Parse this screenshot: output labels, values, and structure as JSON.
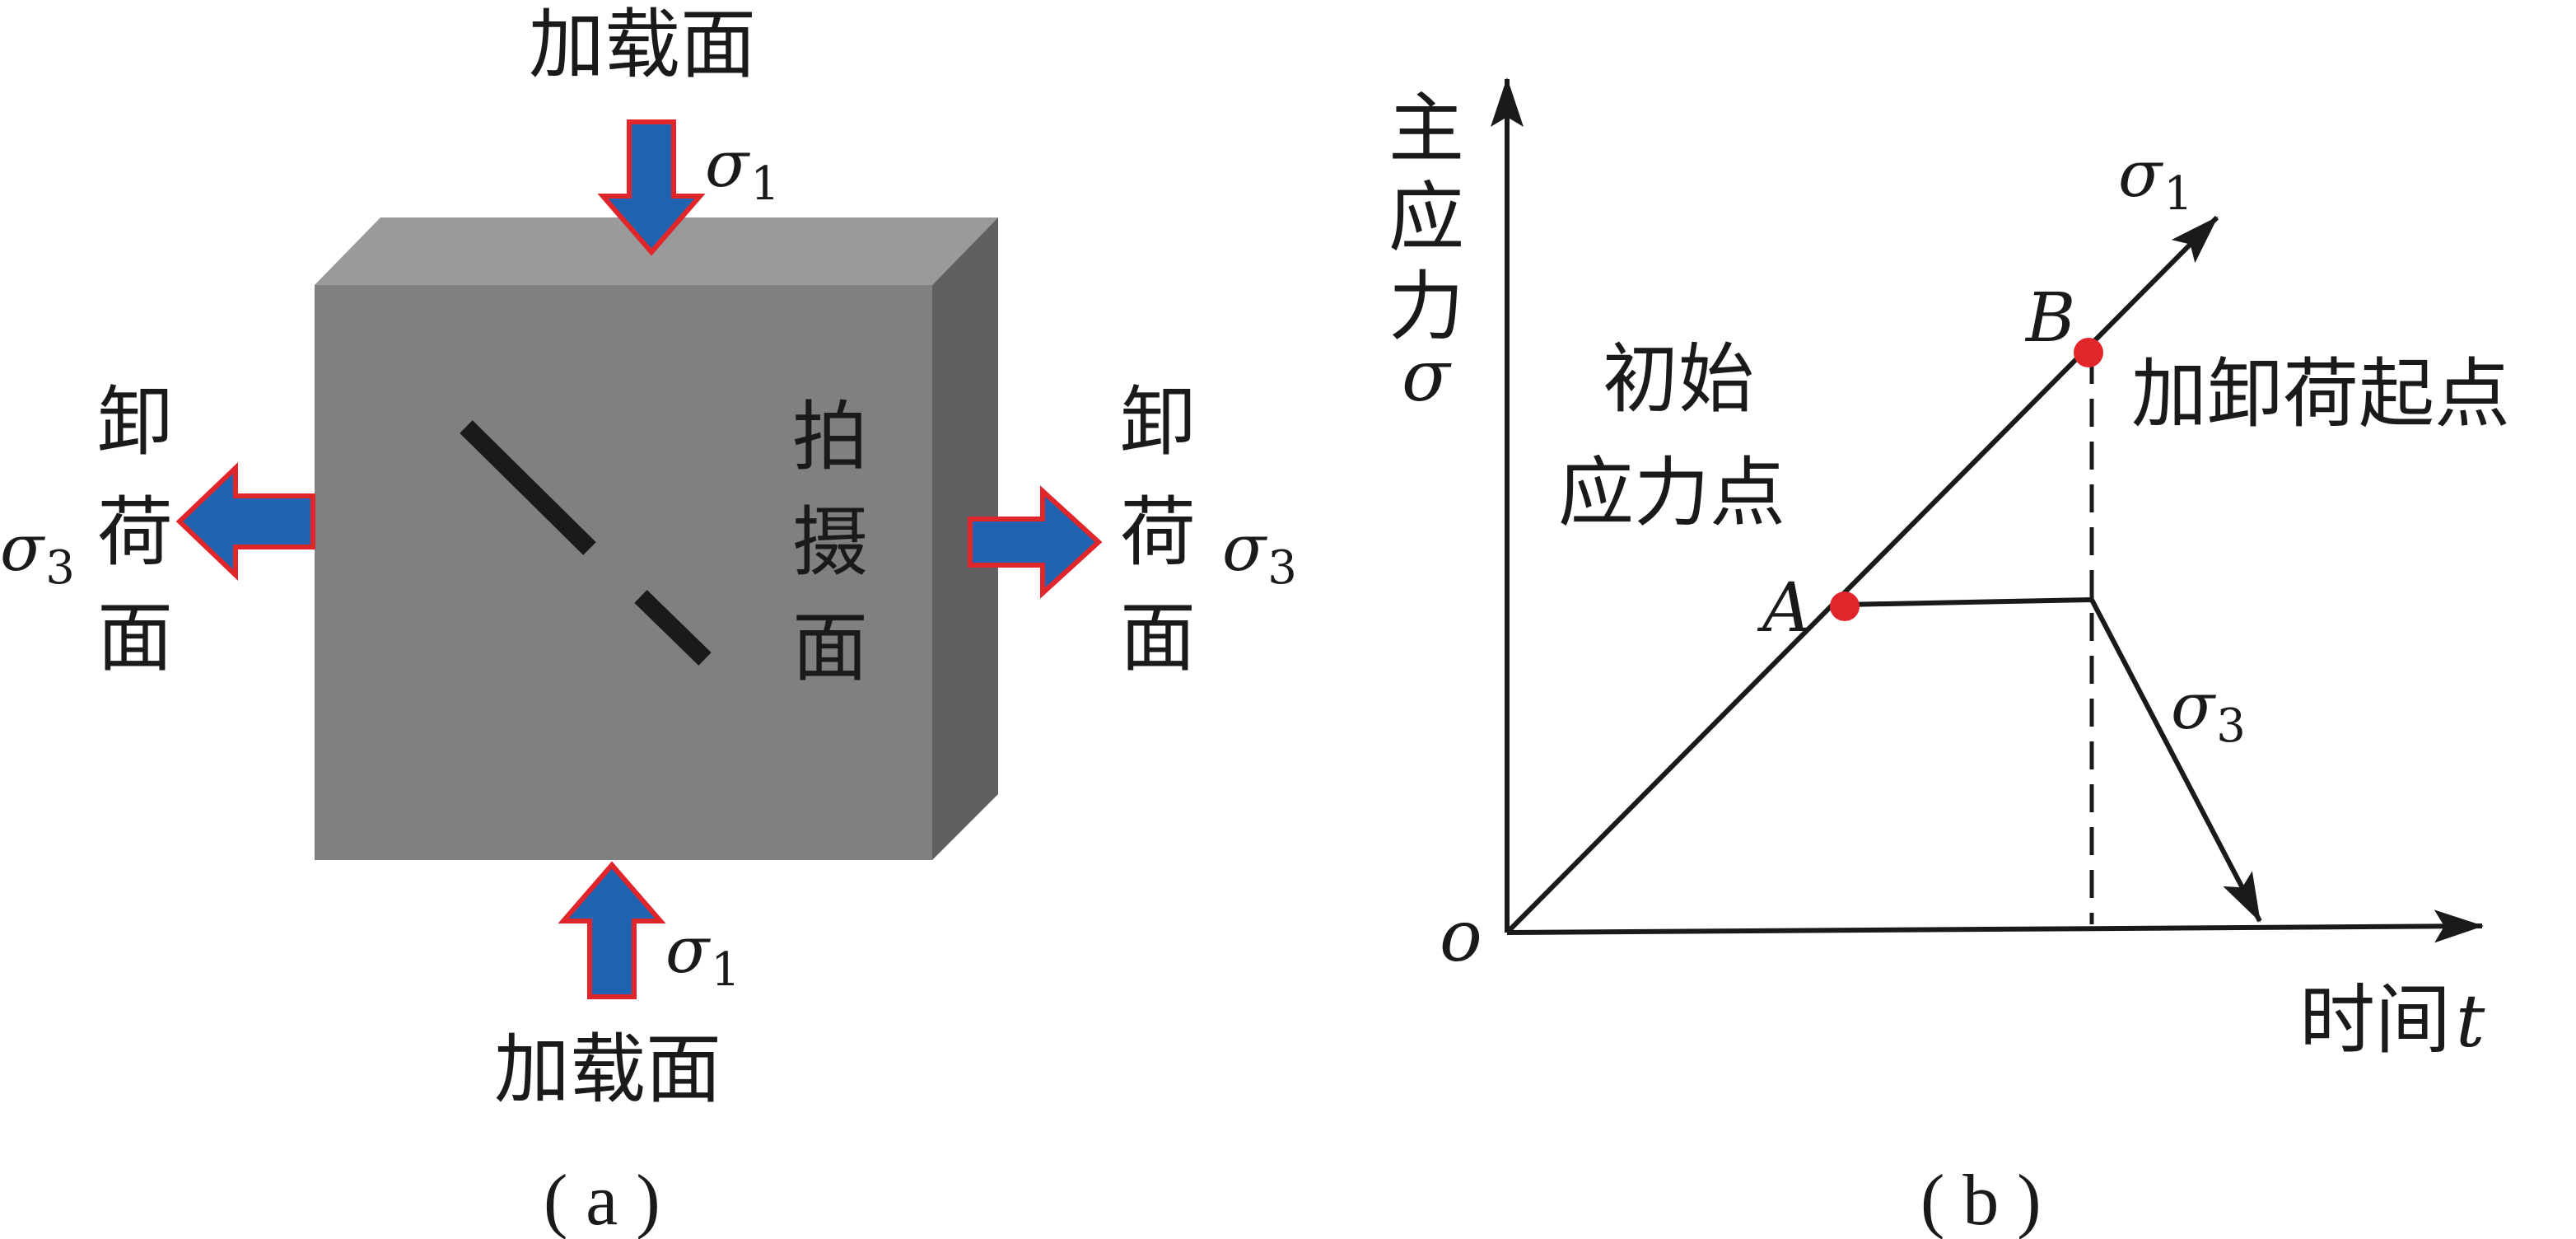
{
  "panel_a": {
    "top_label": "加载面",
    "bottom_label": "加载面",
    "left_label": [
      "卸",
      "荷",
      "面"
    ],
    "right_label": [
      "卸",
      "荷",
      "面"
    ],
    "camera_face_label": [
      "拍",
      "摄",
      "面"
    ],
    "sigma1_symbol": "σ",
    "sigma1_sub": "1",
    "sigma3_symbol": "σ",
    "sigma3_sub": "3",
    "caption": "( a )",
    "colors": {
      "arrow_fill": "#1f63b1",
      "arrow_stroke": "#e0262a",
      "cube_front": "#808080",
      "cube_top": "#9a9a9a",
      "cube_side": "#606060",
      "crack": "#1a1a1a"
    }
  },
  "panel_b": {
    "y_axis_label": [
      "主",
      "应",
      "力"
    ],
    "y_axis_symbol": "σ",
    "x_axis_label": "时间",
    "x_axis_symbol": "t",
    "origin_label": "o",
    "point_a_label": "A",
    "point_b_label": "B",
    "initial_stress_label": [
      "初始",
      "应力点"
    ],
    "unloading_start_label": "加卸荷起点",
    "sigma1_symbol": "σ",
    "sigma1_sub": "1",
    "sigma3_symbol": "σ",
    "sigma3_sub": "3",
    "caption": "( b )",
    "colors": {
      "point": "#e0262a",
      "line": "#1a1a1a"
    }
  }
}
